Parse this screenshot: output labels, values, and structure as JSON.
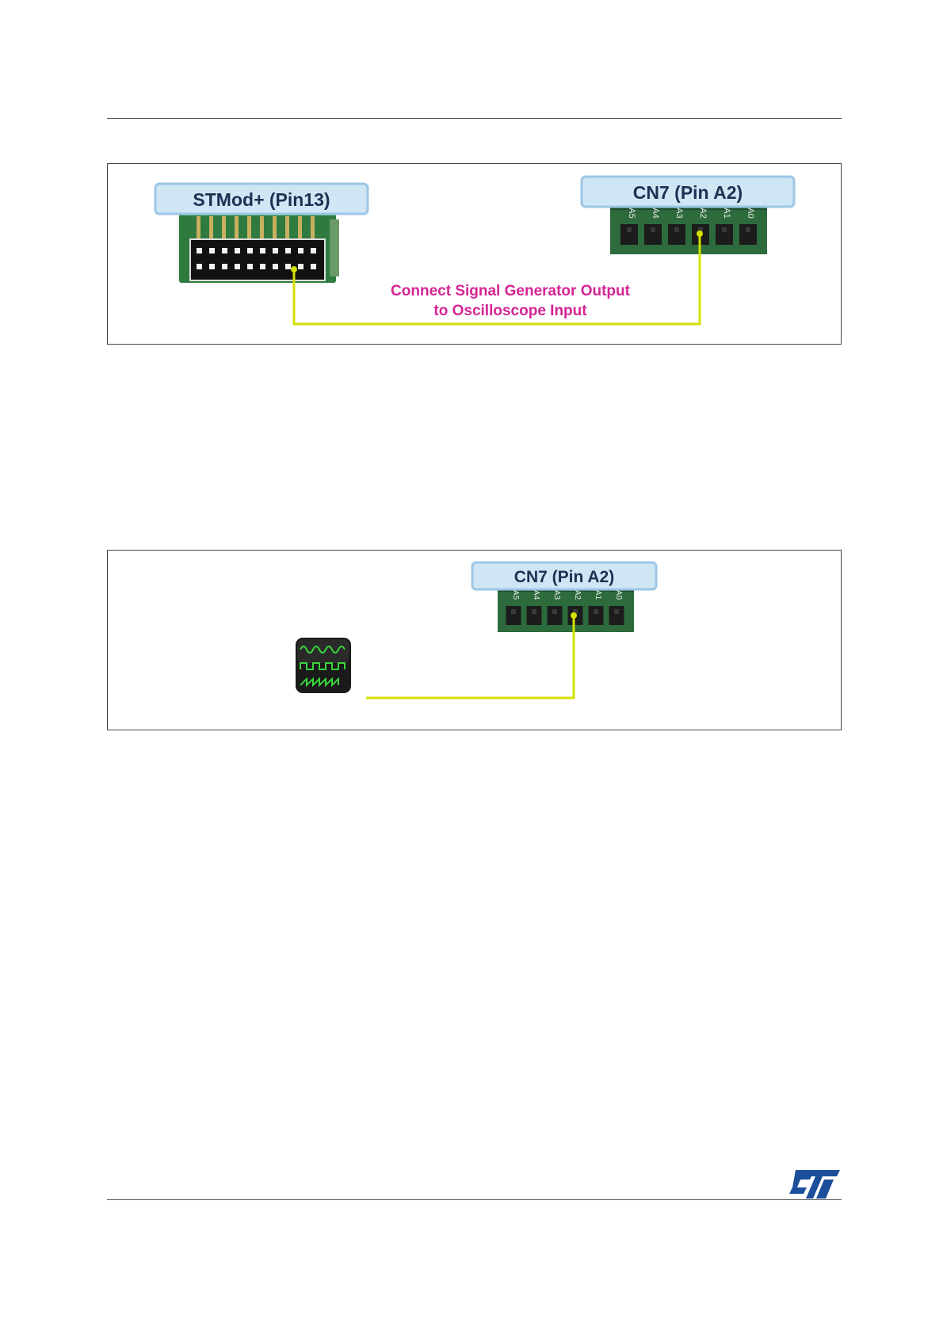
{
  "figure1": {
    "header_left": "STMod+ (Pin13)",
    "header_right": "CN7 (Pin A2)",
    "instruction_line1": "Connect Signal Generator Output",
    "instruction_line2": "to Oscilloscope Input",
    "cn7_pins": [
      "A5",
      "A4",
      "A3",
      "A2",
      "A1",
      "A0"
    ]
  },
  "figure2": {
    "header": "CN7 (Pin A2)",
    "cn7_pins": [
      "A5",
      "A4",
      "A3",
      "A2",
      "A1",
      "A0"
    ]
  },
  "colors": {
    "header_fill": "#cfe6f5",
    "header_stroke": "#9cc7e6",
    "header_text": "#1f2f52",
    "wire": "#d4e000",
    "instruction_text": "#d42595",
    "pcb_green": "#2d6b3c",
    "connector_dark": "#1c1c1c",
    "st_logo": "#1b4f9a"
  },
  "icons": {
    "oscilloscope": "oscilloscope-app-icon",
    "logo": "st-logo"
  }
}
